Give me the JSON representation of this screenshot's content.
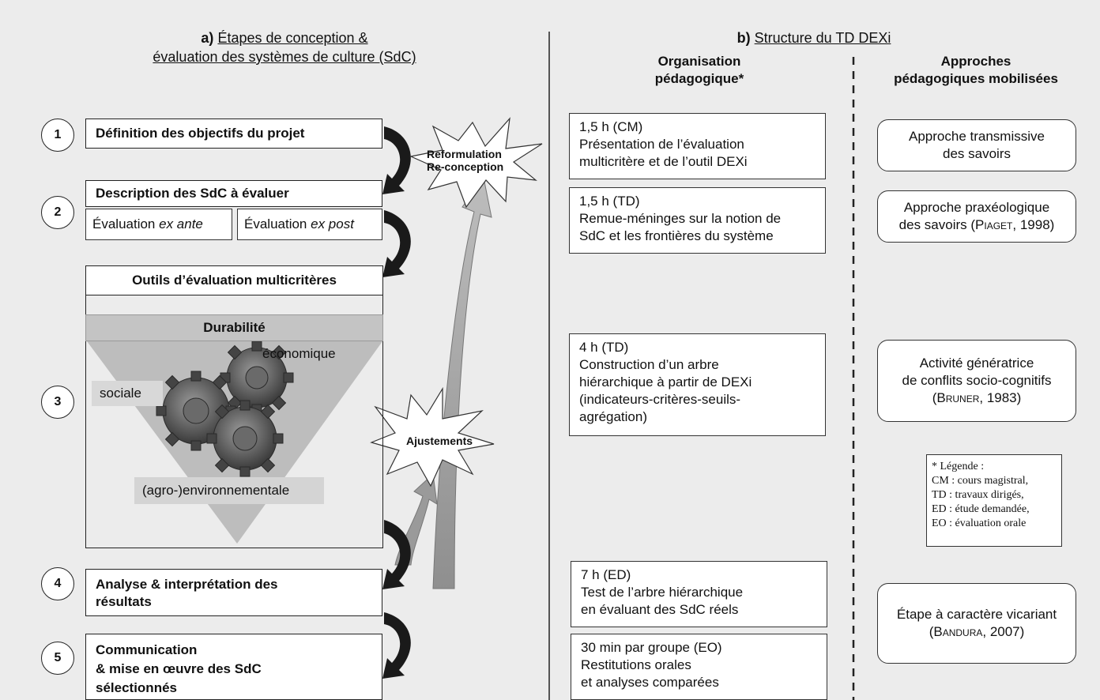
{
  "left_panel": {
    "header_prefix": "a)",
    "header_line1": "Étapes de conception &",
    "header_line2": "évaluation des systèmes de culture (SdC)",
    "steps": [
      {
        "num": "1",
        "label": "Définition des objectifs du projet"
      },
      {
        "num": "2",
        "label": "Description des SdC à évaluer"
      },
      {
        "num": "3",
        "label": "Outils d’évaluation multicritères"
      },
      {
        "num": "4",
        "label_line1": "Analyse & interprétation des",
        "label_line2": "résultats"
      },
      {
        "num": "5",
        "label_line1": "Communication",
        "label_line2": "& mise en œuvre des SdC",
        "label_line3": "sélectionnés"
      }
    ],
    "eval_ex_ante_prefix": "Évaluation",
    "eval_ex_ante_italic": "ex ante",
    "eval_ex_post_prefix": "Évaluation",
    "eval_ex_post_italic": "ex post",
    "durabilite": "Durabilité",
    "pillar_economique": "économique",
    "pillar_sociale": "sociale",
    "pillar_environnementale": "(agro-)environnementale",
    "burst_top_line1": "Reformulation",
    "burst_top_line2": "Re-conception",
    "burst_mid": "Ajustements"
  },
  "right_panel": {
    "header_prefix": "b)",
    "header_title": "Structure du TD DEXi",
    "col1_line1": "Organisation",
    "col1_line2": "pédagogique*",
    "col2_line1": "Approches",
    "col2_line2": "pédagogiques mobilisées",
    "sessions": [
      {
        "lines": [
          "1,5 h (CM)",
          "Présentation de l’évaluation",
          "multicritère et de l’outil DEXi"
        ]
      },
      {
        "lines": [
          "1,5 h (TD)",
          "Remue-méninges sur la notion de",
          "SdC et les frontières du système"
        ]
      },
      {
        "lines": [
          "4 h (TD)",
          "Construction d’un arbre",
          "hiérarchique à partir de DEXi",
          "(indicateurs-critères-seuils-",
          "agrégation)"
        ]
      },
      {
        "lines": [
          "7 h (ED)",
          "Test de l’arbre hiérarchique",
          "en évaluant des SdC réels"
        ]
      },
      {
        "lines": [
          "30 min par groupe (EO)",
          "Restitutions orales",
          "et analyses comparées"
        ]
      }
    ],
    "approaches": [
      {
        "line1": "Approche transmissive",
        "line2": "des savoirs"
      },
      {
        "line1": "Approche praxéologique",
        "line2_prefix": "des savoirs (",
        "line2_author": "Piaget",
        "line2_suffix": ", 1998)"
      },
      {
        "line1": "Activité génératrice",
        "line2": "de conflits socio-cognitifs",
        "line3_prefix": "(",
        "line3_author": "Bruner",
        "line3_suffix": ", 1983)"
      },
      {
        "line1": "Étape à caractère vicariant",
        "line2_prefix": "(",
        "line2_author": "Bandura",
        "line2_suffix": ", 2007)"
      }
    ],
    "legend": [
      "* Légende :",
      "CM : cours magistral,",
      "TD : travaux dirigés,",
      "ED : étude demandée,",
      "EO : évaluation orale"
    ]
  }
}
